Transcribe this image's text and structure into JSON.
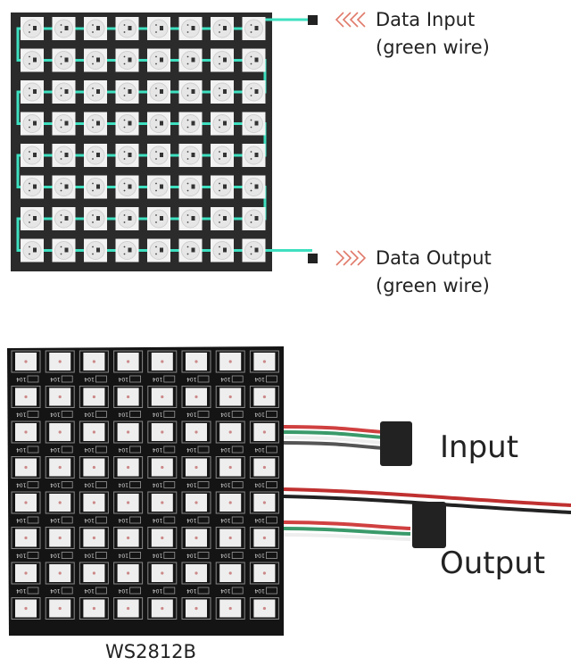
{
  "top_diagram": {
    "rows": 8,
    "cols": 8,
    "input_label_line1": "Data Input",
    "input_label_line2": "(green wire)",
    "output_label_line1": "Data Output",
    "output_label_line2": "(green wire)",
    "colors": {
      "board": "#2b2b2b",
      "wire": "#3ee0c0",
      "led": "#e6e6e6",
      "arrow": "#e07a6a"
    }
  },
  "photo": {
    "rows": 8,
    "cols": 8,
    "resistor_marking": "104",
    "input_label": "Input",
    "output_label": "Output",
    "caption": "WS2812B",
    "colors": {
      "board": "#141414",
      "led": "#eeeeee"
    }
  }
}
